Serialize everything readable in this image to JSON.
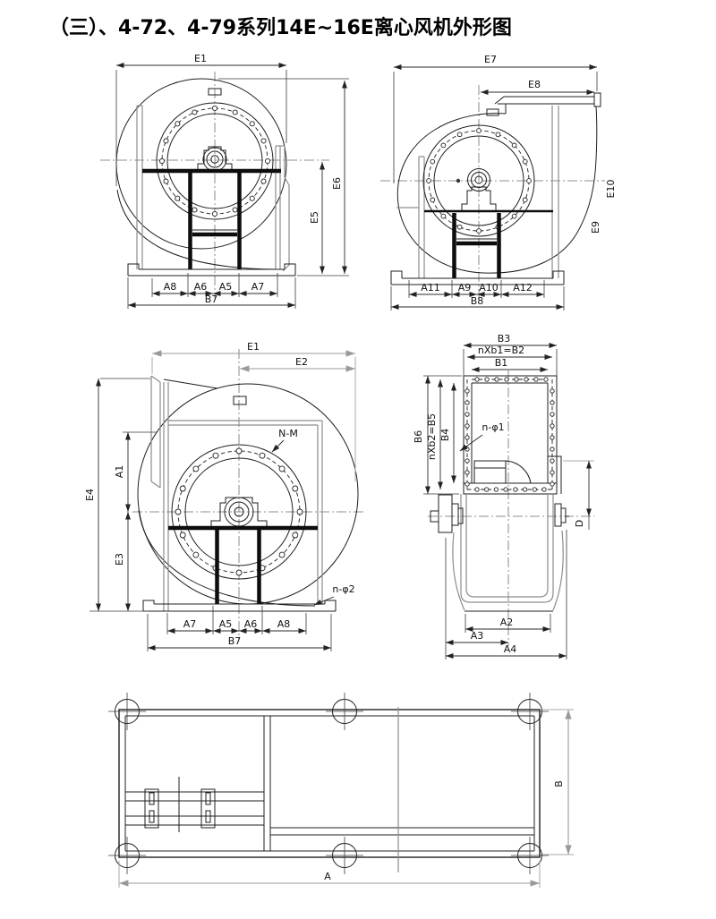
{
  "title": "（三）、4-72、4-79系列14E~16E离心风机外形图",
  "views": {
    "top_left": {
      "e1": "E1",
      "e6": "E6",
      "e5": "E5",
      "a8": "A8",
      "a6": "A6",
      "a5": "A5",
      "a7": "A7",
      "b7": "B7"
    },
    "top_right": {
      "e7": "E7",
      "e8": "E8",
      "e10": "E10",
      "e9": "E9",
      "a11": "A11",
      "a9": "A9",
      "a10": "A10",
      "a12": "A12",
      "b8": "B8"
    },
    "mid_left": {
      "e1": "E1",
      "e2": "E2",
      "e4": "E4",
      "a1": "A1",
      "e3": "E3",
      "nm": "N-M",
      "nphi2": "n-φ2",
      "a7": "A7",
      "a5": "A5",
      "a6": "A6",
      "a8": "A8",
      "b7": "B7"
    },
    "mid_right": {
      "b3": "B3",
      "b2": "nXb1=B2",
      "b1": "B1",
      "b6": "B6",
      "b5": "nXb2=B5",
      "b4": "B4",
      "nphi1": "n-φ1",
      "d": "D",
      "a2": "A2",
      "a3": "A3",
      "a4": "A4"
    },
    "plan": {
      "a": "A",
      "b": "B"
    }
  }
}
